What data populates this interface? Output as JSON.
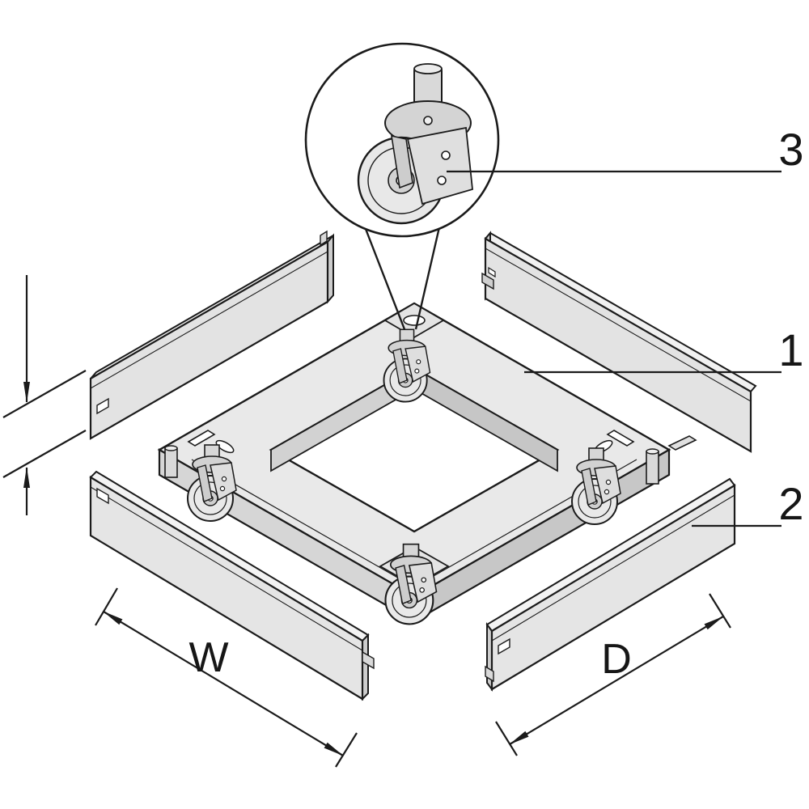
{
  "diagram": {
    "callouts": {
      "frame": "1",
      "trim_panel": "2",
      "castor": "3"
    },
    "dimensions": {
      "width": "W",
      "depth": "D"
    },
    "colors": {
      "outline": "#1b1b1b",
      "fill_light": "#ededed",
      "fill_mid": "#dcdcdc",
      "fill_dark": "#c8c8c8",
      "background": "#ffffff"
    }
  }
}
